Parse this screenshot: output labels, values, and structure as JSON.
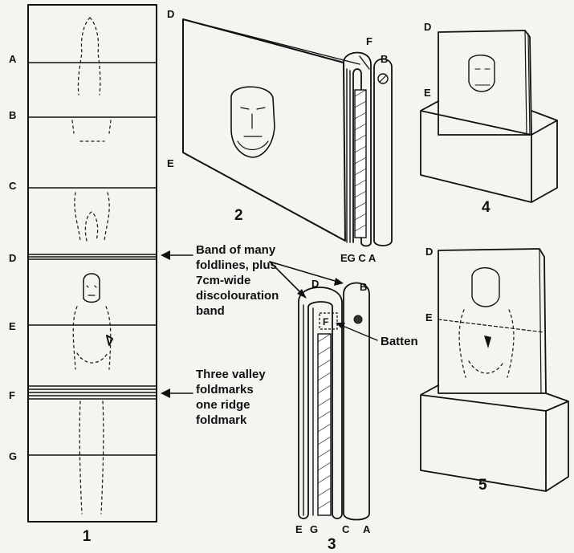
{
  "strip_labels": [
    "A",
    "B",
    "C",
    "D",
    "E",
    "F",
    "G"
  ],
  "figure_numbers": [
    "1",
    "2",
    "3",
    "4",
    "5"
  ],
  "fig2_labels": {
    "d": "D",
    "e": "E",
    "f": "F",
    "b": "B",
    "bottom": "EG C A"
  },
  "fig3_labels": {
    "d": "D",
    "b": "B",
    "f": "F",
    "bottom_e": "E",
    "bottom_g": "G",
    "bottom_c": "C",
    "bottom_a": "A"
  },
  "fig4_labels": {
    "d": "D",
    "e": "E"
  },
  "fig5_labels": {
    "d": "D",
    "e": "E"
  },
  "annotations": {
    "band": [
      "Band of many",
      "foldlines, plus",
      "7cm-wide",
      "discolouration",
      "band"
    ],
    "batten": "Batten",
    "folds": [
      "Three valley",
      "foldmarks",
      "one ridge",
      "foldmark"
    ]
  }
}
